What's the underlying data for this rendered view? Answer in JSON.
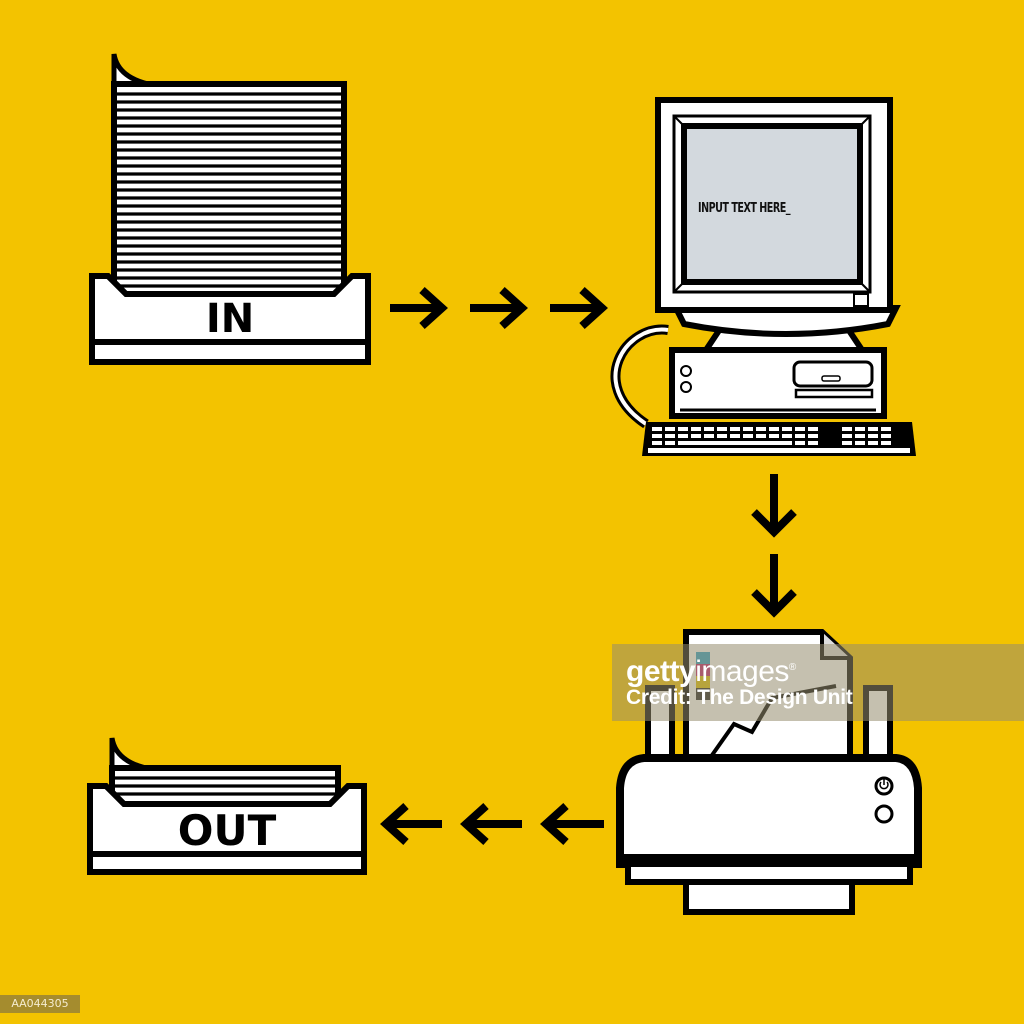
{
  "diagram": {
    "type": "workflow",
    "background_color": "#f3c300",
    "nodes": [
      {
        "id": "in_tray",
        "label": "IN",
        "kind": "paper-tray-full"
      },
      {
        "id": "computer",
        "label": "INPUT TEXT HERE_",
        "kind": "desktop-computer"
      },
      {
        "id": "printer",
        "label": "",
        "kind": "printer"
      },
      {
        "id": "out_tray",
        "label": "OUT",
        "kind": "paper-tray-few"
      }
    ],
    "edges": [
      {
        "from": "in_tray",
        "to": "computer",
        "arrows": 3,
        "direction": "right"
      },
      {
        "from": "computer",
        "to": "printer",
        "arrows": 2,
        "direction": "down"
      },
      {
        "from": "printer",
        "to": "out_tray",
        "arrows": 3,
        "direction": "left"
      }
    ]
  },
  "in_tray": {
    "label": "IN"
  },
  "out_tray": {
    "label": "OUT"
  },
  "computer": {
    "screen_text": "INPUT TEXT HERE_",
    "screen_color": "#d3d9de"
  },
  "watermark": {
    "brand_bold": "getty",
    "brand_light": "images",
    "registered": "®",
    "credit": "Credit: The Design Unit"
  },
  "image_id": "AA044305"
}
